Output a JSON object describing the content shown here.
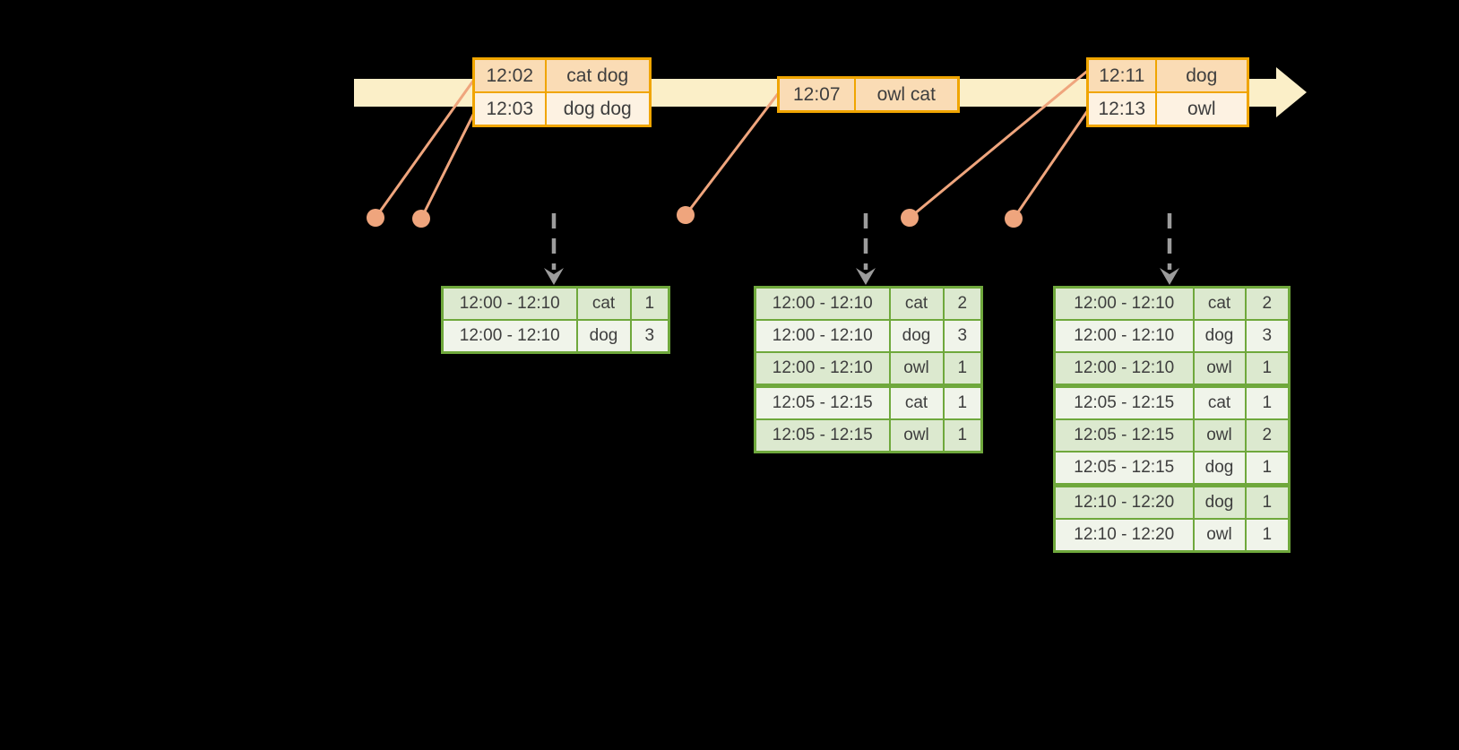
{
  "colors": {
    "background": "#000000",
    "timeline_band": "#FBEFC8",
    "event_border": "#F0A500",
    "event_row_peach": "#FADCB5",
    "event_row_cream": "#FDF2E2",
    "dot_salmon": "#EFA57D",
    "result_border": "#6FA83C",
    "result_row_green": "#DCE9CF",
    "result_row_light": "#F0F4EA",
    "dashed_arrow_gray": "#9C9C9C",
    "text": "#3E3E3E"
  },
  "icons": {
    "timeline_arrowhead": "▶",
    "trigger_arrow": "↓",
    "event_dot": "●"
  },
  "event_tables": [
    {
      "rows": [
        {
          "time": "12:02",
          "words": "cat dog"
        },
        {
          "time": "12:03",
          "words": "dog dog"
        }
      ]
    },
    {
      "rows": [
        {
          "time": "12:07",
          "words": "owl cat"
        }
      ]
    },
    {
      "rows": [
        {
          "time": "12:11",
          "words": "dog"
        },
        {
          "time": "12:13",
          "words": "owl"
        }
      ]
    }
  ],
  "result_tables": [
    {
      "rows": [
        {
          "window": "12:00 - 12:10",
          "word": "cat",
          "count": "1"
        },
        {
          "window": "12:00 - 12:10",
          "word": "dog",
          "count": "3"
        }
      ]
    },
    {
      "rows": [
        {
          "window": "12:00 - 12:10",
          "word": "cat",
          "count": "2"
        },
        {
          "window": "12:00 - 12:10",
          "word": "dog",
          "count": "3"
        },
        {
          "window": "12:00 - 12:10",
          "word": "owl",
          "count": "1"
        },
        {
          "window": "12:05 - 12:15",
          "word": "cat",
          "count": "1"
        },
        {
          "window": "12:05 - 12:15",
          "word": "owl",
          "count": "1"
        }
      ]
    },
    {
      "rows": [
        {
          "window": "12:00 - 12:10",
          "word": "cat",
          "count": "2"
        },
        {
          "window": "12:00 - 12:10",
          "word": "dog",
          "count": "3"
        },
        {
          "window": "12:00 - 12:10",
          "word": "owl",
          "count": "1"
        },
        {
          "window": "12:05 - 12:15",
          "word": "cat",
          "count": "1"
        },
        {
          "window": "12:05 - 12:15",
          "word": "owl",
          "count": "2"
        },
        {
          "window": "12:05 - 12:15",
          "word": "dog",
          "count": "1"
        },
        {
          "window": "12:10 - 12:20",
          "word": "dog",
          "count": "1"
        },
        {
          "window": "12:10 - 12:20",
          "word": "owl",
          "count": "1"
        }
      ]
    }
  ]
}
